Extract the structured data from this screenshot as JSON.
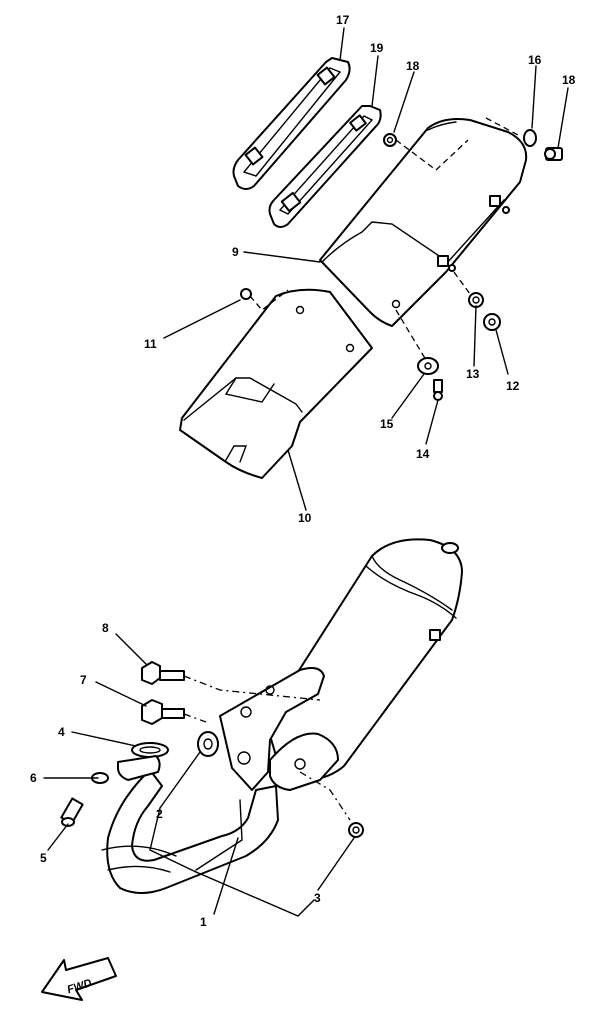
{
  "callouts": {
    "c1": "1",
    "c2": "2",
    "c3": "3",
    "c4": "4",
    "c5": "5",
    "c6": "6",
    "c7": "7",
    "c8": "8",
    "c9": "9",
    "c10": "10",
    "c11": "11",
    "c12": "12",
    "c13": "13",
    "c14": "14",
    "c15": "15",
    "c16": "16",
    "c17": "17",
    "c18a": "18",
    "c18b": "18",
    "c19": "19"
  },
  "direction_badge": {
    "text": "FWD",
    "icon": "fwd-arrow-icon"
  }
}
